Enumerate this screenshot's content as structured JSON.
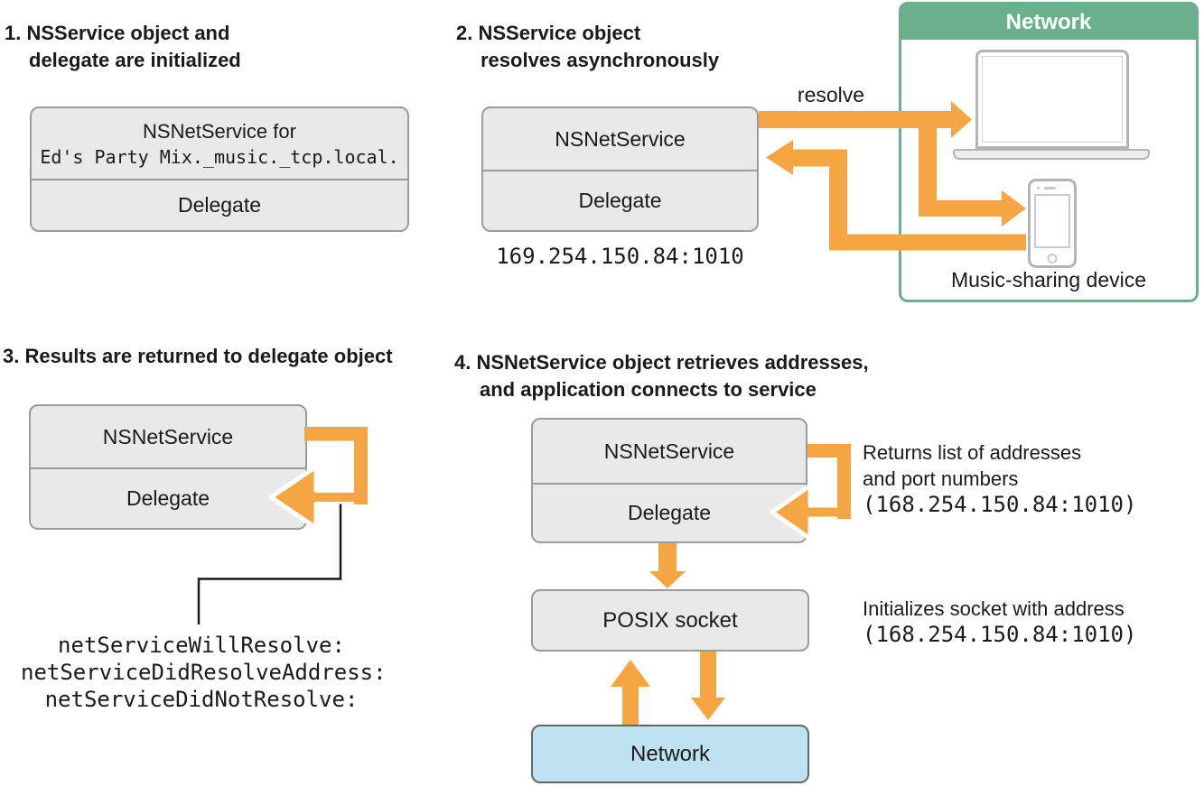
{
  "colors": {
    "orange": "#F5A642",
    "green": "#6AB08C",
    "blue_fill": "#BFE2F0",
    "box_fill": "#E9E9E9",
    "box_border": "#9B9B9B",
    "icon_gray": "#B4B4B4",
    "text": "#1A1A1A"
  },
  "step1": {
    "title_line1": "1. NSService object and",
    "title_line2": "delegate are initialized",
    "box_top_line1": "NSNetService for",
    "box_top_line2": "Ed's Party Mix._music._tcp.local.",
    "box_bottom": "Delegate"
  },
  "step2": {
    "title_line1": "2. NSService object",
    "title_line2": "resolves asynchronously",
    "box_top": "NSNetService",
    "box_bottom": "Delegate",
    "address": "169.254.150.84:1010",
    "resolve_label": "resolve"
  },
  "network_panel": {
    "title": "Network",
    "device_label": "Music-sharing device"
  },
  "step3": {
    "title": "3. Results are returned to delegate object",
    "box_top": "NSNetService",
    "box_bottom": "Delegate",
    "callbacks": [
      "netServiceWillResolve:",
      "netServiceDidResolveAddress:",
      "netServiceDidNotResolve:"
    ]
  },
  "step4": {
    "title_line1": "4. NSNetService object retrieves addresses,",
    "title_line2": "and application connects to service",
    "box_top": "NSNetService",
    "box_bottom": "Delegate",
    "posix_label": "POSIX socket",
    "network_label": "Network",
    "returns_line1": "Returns list of addresses",
    "returns_line2": "and port numbers",
    "returns_line3": "(168.254.150.84:1010)",
    "init_line1": "Initializes socket with address",
    "init_line2": "(168.254.150.84:1010)"
  }
}
